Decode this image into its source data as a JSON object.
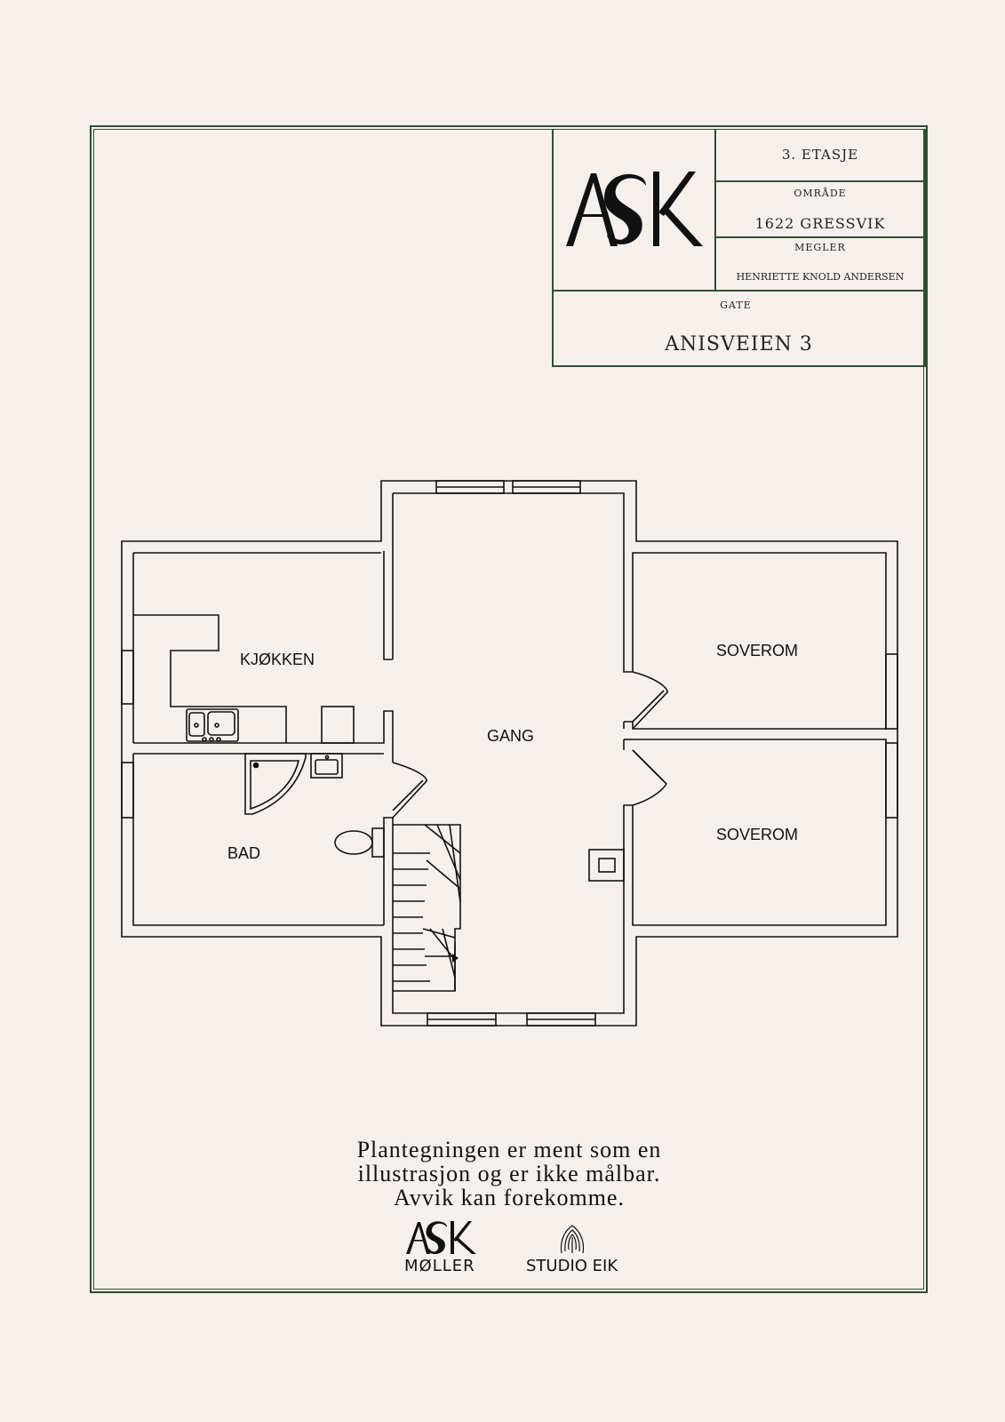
{
  "titleblock": {
    "floor": "3. ETASJE",
    "area_label": "OMRÅDE",
    "area_value": "1622 GRESSVIK",
    "broker_label": "MEGLER",
    "broker_value": "HENRIETTE KNOLD ANDERSEN",
    "street_label": "GATE",
    "street_value": "ANISVEIEN 3",
    "logo_text": "ASK"
  },
  "rooms": {
    "kitchen": "KJØKKEN",
    "hall": "GANG",
    "bath": "BAD",
    "bedroom_1": "SOVEROM",
    "bedroom_2": "SOVEROM"
  },
  "disclaimer": {
    "line1": "Plantegningen er ment som en",
    "line2": "illustrasjon og er ikke målbar.",
    "line3": "Avvik kan forekomme."
  },
  "footer": {
    "logo1_mark": "ASK",
    "logo1_sub": "MØLLER",
    "logo2_sub": "STUDIO EIK"
  },
  "colors": {
    "background": "#f6f0ec",
    "frame": "#2f4f31",
    "ink": "#111111"
  }
}
